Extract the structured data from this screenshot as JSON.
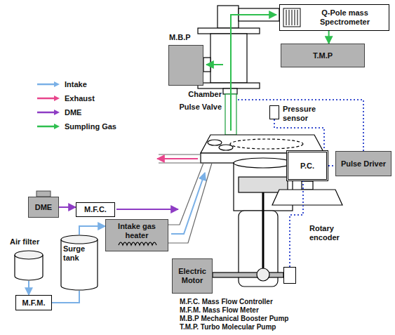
{
  "diagram": {
    "nodes": [
      {
        "text": [
          "Q-Pole mass Spectrometer"
        ]
      },
      {
        "text": [
          "T.M.P"
        ]
      },
      {
        "text": [
          "M.B.P"
        ]
      },
      {
        "text": [
          "Pressure sensor"
        ]
      },
      {
        "text": [
          "Pulse Driver"
        ]
      },
      {
        "text": [
          "P.C."
        ]
      },
      {
        "text": [
          "DME"
        ]
      },
      {
        "text": [
          "M.F.C."
        ]
      },
      {
        "text": [
          "Intake gas heater"
        ]
      },
      {
        "text": [
          "Air filter"
        ]
      },
      {
        "text": [
          "Surge tank"
        ]
      },
      {
        "text": [
          "Rotary encoder"
        ]
      },
      {
        "text": [
          "Electric Motor"
        ]
      },
      {
        "text": [
          "M.F.M."
        ]
      }
    ],
    "edges": [
      {
        "from": 0,
        "to": 1,
        "arrow": "to"
      },
      {
        "from": 6,
        "to": 7,
        "arrow": "to"
      },
      {
        "from": 9,
        "to": 13,
        "arrow": "to"
      },
      {
        "from": 13,
        "to": 10,
        "arrow": "none"
      },
      {
        "from": 10,
        "to": 8,
        "arrow": "to"
      },
      {
        "from": 3,
        "to": 5,
        "arrow": "none"
      },
      {
        "from": 5,
        "to": 4,
        "arrow": "none"
      },
      {
        "from": 11,
        "to": 5,
        "arrow": "none"
      }
    ],
    "labels": [
      "Chamber",
      "Pulse Valve",
      "M.F.C. Mass Flow Controller",
      "M.F.M. Mass Flow Meter",
      "M.B.P Mechanical Booster Pump",
      "T.M.P. Turbo Molecular Pump"
    ],
    "legend": [
      {
        "text": "Intake",
        "color": "#7ab0e6"
      },
      {
        "text": "Exhaust",
        "color": "#e8468c"
      },
      {
        "text": "DME",
        "color": "#8e3cc4"
      },
      {
        "text": "Sumpling Gas",
        "color": "#2fbf4f"
      }
    ]
  }
}
